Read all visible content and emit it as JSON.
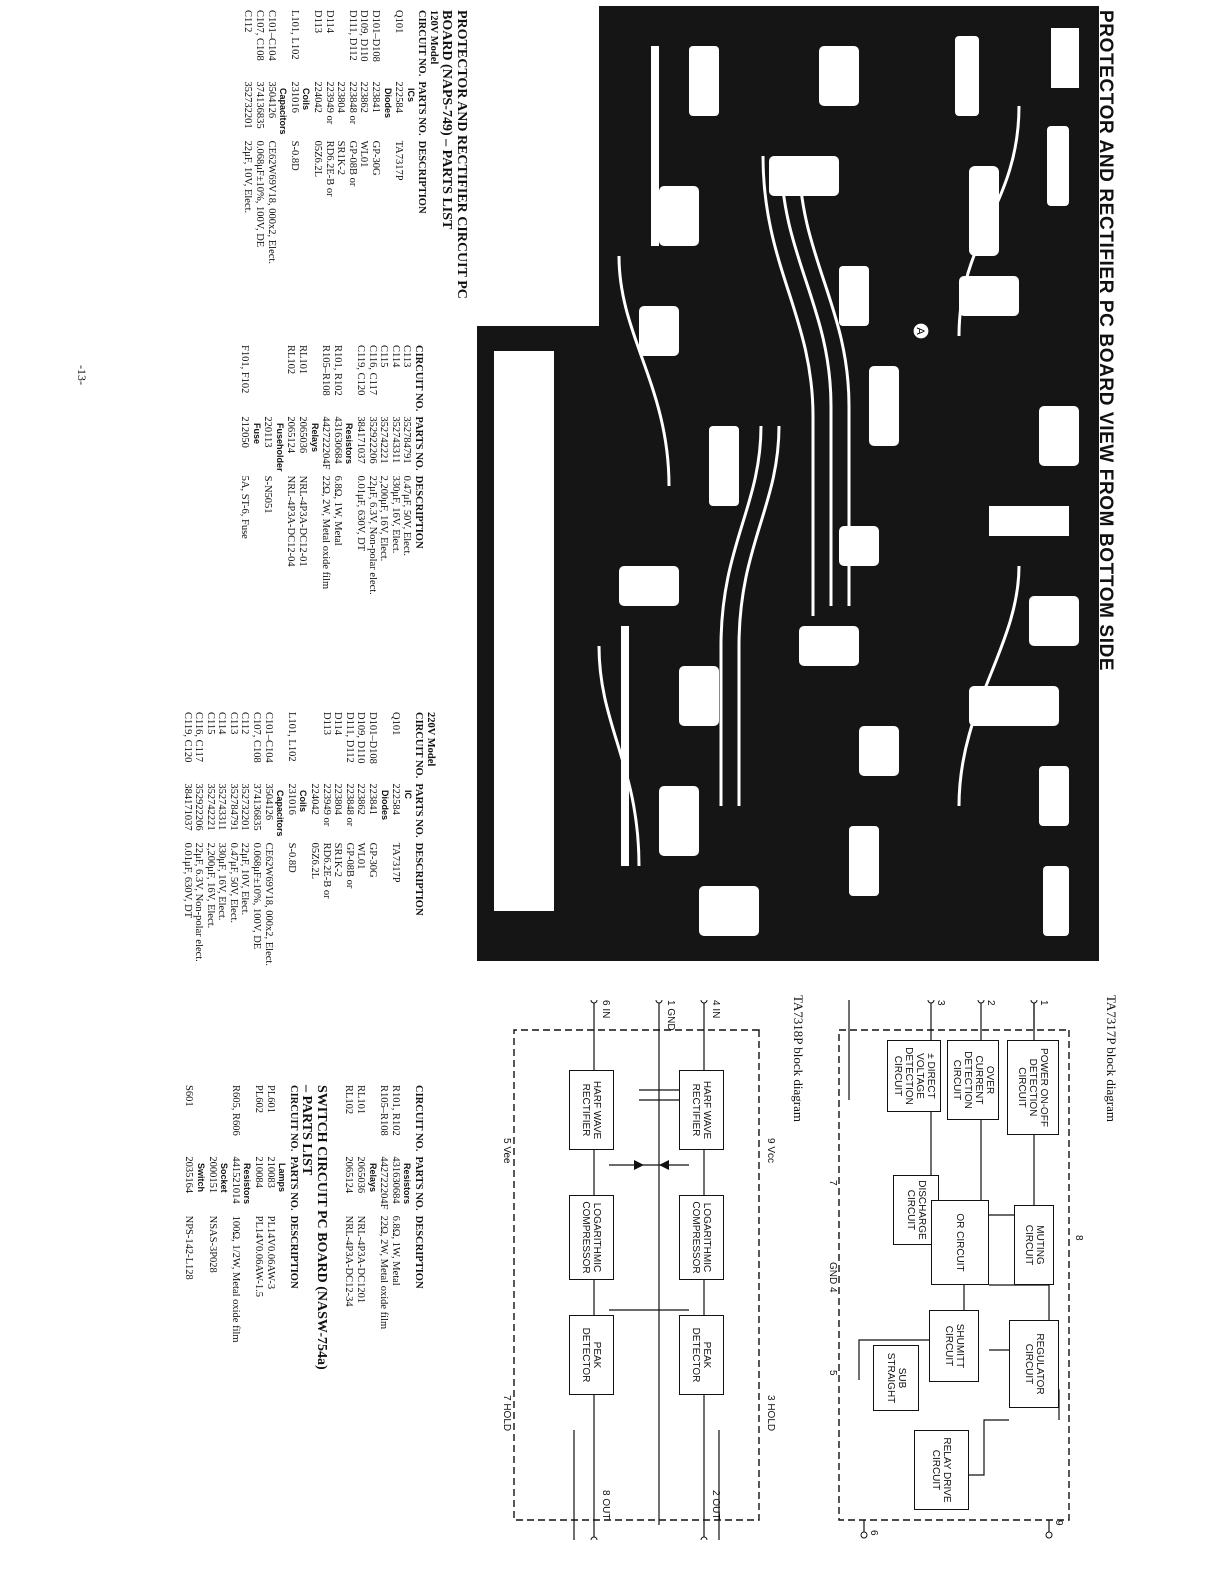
{
  "page_title": "PROTECTOR AND RECTIFIER PC BOARD VIEW FROM BOTTOM SIDE",
  "pcb_label": "A",
  "page_number": "-13-",
  "parts_list": {
    "title_line1": "PROTECTOR AND RECTIFIER CIRCUIT PC",
    "title_line2": "BOARD (NAPS-749) – PARTS LIST",
    "col_headers": [
      "CIRCUIT NO.",
      "PARTS NO.",
      "DESCRIPTION"
    ],
    "model_120": "120V Model",
    "model_220": "220V Model",
    "rows_120_a": [
      {
        "g": "ICs"
      },
      {
        "c": "Q101",
        "p": "222584",
        "d": "TA7317P"
      },
      {
        "g": "Diodes"
      },
      {
        "c": "D101–D108",
        "p": "223841",
        "d": "GP-30G"
      },
      {
        "c": "D109, D110",
        "p": "223862",
        "d": "WL01"
      },
      {
        "c": "D111, D112",
        "p": "223848 or",
        "d": "GP-08B or"
      },
      {
        "c": "",
        "p": "223804",
        "d": "SR1K-2"
      },
      {
        "c": "D114",
        "p": "223949 or",
        "d": "RD6.2E-B or"
      },
      {
        "c": "D113",
        "p": "224042",
        "d": "05Z6.2L"
      },
      {
        "g": "Coils"
      },
      {
        "c": "L101, L102",
        "p": "231016",
        "d": "S-0.8D"
      },
      {
        "g": "Capacitors"
      },
      {
        "c": "C101–C104",
        "p": "3504126",
        "d": "CE62W69V18, 000x2, Elect."
      },
      {
        "c": "C107, C108",
        "p": "374136835",
        "d": "0.068μF±10%, 100V, DE"
      },
      {
        "c": "C112",
        "p": "352732201",
        "d": "22μF, 10V, Elect."
      }
    ],
    "rows_120_b": [
      {
        "c": "C113",
        "p": "352784791",
        "d": "0.47μF, 50V, Elect."
      },
      {
        "c": "C114",
        "p": "352743311",
        "d": "330μF, 16V, Elect."
      },
      {
        "c": "C115",
        "p": "352742221",
        "d": "2,200μF, 16V, Elect."
      },
      {
        "c": "C116, C117",
        "p": "352922206",
        "d": "22μF, 6.3V, Non-polar elect."
      },
      {
        "c": "C119, C120",
        "p": "384171037",
        "d": "0.01μF, 630V, DT"
      },
      {
        "g": "Resistors"
      },
      {
        "c": "R101, R102",
        "p": "431630684",
        "d": "6.8Ω, 1W, Metal"
      },
      {
        "c": "R105–R108",
        "p": "442722204F",
        "d": "22Ω, 2W, Metal oxide film"
      },
      {
        "g": "Relays"
      },
      {
        "c": "RL101",
        "p": "2065036",
        "d": "NRL-4P3A-DC12-01"
      },
      {
        "c": "RL102",
        "p": "2065124",
        "d": "NRL-4P3A-DC12-04"
      },
      {
        "g": "Fuseholder"
      },
      {
        "c": "",
        "p": "220113",
        "d": "S-N5051"
      },
      {
        "g": "Fuse"
      },
      {
        "c": "F101, F102",
        "p": "212050",
        "d": "5A, ST-6, Fuse"
      }
    ],
    "rows_220_a": [
      {
        "g": "IC"
      },
      {
        "c": "Q101",
        "p": "222584",
        "d": "TA7317P"
      },
      {
        "g": "Diodes"
      },
      {
        "c": "D101–D108",
        "p": "223841",
        "d": "GP-30G"
      },
      {
        "c": "D109, D110",
        "p": "223862",
        "d": "WL01"
      },
      {
        "c": "D111, D112",
        "p": "223848 or",
        "d": "GP-08B or"
      },
      {
        "c": "D114",
        "p": "223804",
        "d": "SR1K-2"
      },
      {
        "c": "D113",
        "p": "223949 or",
        "d": "RD6.2E-B or"
      },
      {
        "c": "",
        "p": "224042",
        "d": "05Z6.2L"
      },
      {
        "g": "Coils"
      },
      {
        "c": "L101, L102",
        "p": "231016",
        "d": "S-0.8D"
      },
      {
        "g": "Capacitors"
      },
      {
        "c": "C101–C104",
        "p": "3504126",
        "d": "CE62W69V18, 000x2, Elect."
      },
      {
        "c": "C107, C108",
        "p": "374136835",
        "d": "0.068μF±10%, 100V, DE"
      },
      {
        "c": "C112",
        "p": "352732201",
        "d": "22μF, 10V, Elect."
      },
      {
        "c": "C113",
        "p": "352784791",
        "d": "0.47μF, 50V, Elect."
      },
      {
        "c": "C114",
        "p": "352743311",
        "d": "330μF, 16V, Elect."
      },
      {
        "c": "C115",
        "p": "352742221",
        "d": "2,200μF, 16V, Elect."
      },
      {
        "c": "C116, C117",
        "p": "352922206",
        "d": "22μF, 6.3V, Non-polar elect."
      },
      {
        "c": "C119, C120",
        "p": "384171037",
        "d": "0.01μF, 630V, DT"
      }
    ],
    "rows_220_b": [
      {
        "g": "Resistors"
      },
      {
        "c": "R101, R102",
        "p": "431630684",
        "d": "6.8Ω, 1W, Metal"
      },
      {
        "c": "R105–R108",
        "p": "442722204F",
        "d": "22Ω, 2W, Metal oxide film"
      },
      {
        "g": "Relays"
      },
      {
        "c": "RL101",
        "p": "2065036",
        "d": "NRL-4P3A-DC1201"
      },
      {
        "c": "RL102",
        "p": "2065124",
        "d": "NRL-4P3A-DC12-34"
      }
    ]
  },
  "switch_list": {
    "title_line1": "SWITCH CIRCUIT PC BOARD (NASW-754a)",
    "title_line2": "– PARTS LIST",
    "col_headers": [
      "CIRCUIT NO.",
      "PARTS NO.",
      "DESCRIPTION"
    ],
    "rows": [
      {
        "g": "Lamps"
      },
      {
        "c": "PL601",
        "p": "210083",
        "d": "PL14V0.06AW-3"
      },
      {
        "c": "PL602",
        "p": "210084",
        "d": "PL14V0.06AW-1.5"
      },
      {
        "g": "Resistors"
      },
      {
        "c": "R605, R606",
        "p": "441521014",
        "d": "100Ω, 1/2W, Metal oxide film"
      },
      {
        "g": "Socket"
      },
      {
        "c": "",
        "p": "2000151",
        "d": "NSAS-3P028"
      },
      {
        "g": "Switch"
      },
      {
        "c": "S601",
        "p": "2035164",
        "d": "NPS-142-L128"
      }
    ]
  },
  "ta7317": {
    "title": "TA7317P block diagram",
    "blocks": {
      "power": "POWER ON-OFF DETECTION CIRCUIT",
      "overcurrent": "OVER CURRENT DETECTION CIRCUIT",
      "dcvoltage": "± DIRECT VOLTAGE DETECTION CIRCUIT",
      "discharge": "DISCHARGE CIRCUIT",
      "or": "OR CIRCUIT",
      "muting": "MUTING CIRCUIT",
      "shumitt": "SHUMITT CIRCUIT",
      "regulator": "REGULATOR CIRCUIT",
      "substraight": "SUB STRAIGHT",
      "relay": "RELAY DRIVE CIRCUIT"
    },
    "pins": {
      "p1": "1",
      "p2": "2",
      "p3": "3",
      "p4": "GND 4",
      "p5": "5",
      "p6": "6",
      "p7": "7",
      "p8": "8",
      "p9": "9"
    }
  },
  "ta7318": {
    "title": "TA7318P block diagram",
    "blocks": {
      "hw1": "HARF WAVE RECTIFIER",
      "hw2": "HARF WAVE RECTIFIER",
      "lc1": "LOGARITHMIC COMPRESSOR",
      "lc2": "LOGARITHMIC COMPRESSOR",
      "pk1": "PEAK DETECTOR",
      "pk2": "PEAK DETECTOR"
    },
    "pins": {
      "in4": "4 IN",
      "gnd1": "1 GND",
      "in6": "6 IN",
      "vcc9": "9 Vcc",
      "vee5": "5 Vee",
      "hold3": "3 HOLD",
      "hold7": "7 HOLD",
      "out2": "2 OUT",
      "out8": "8 OUT"
    }
  }
}
